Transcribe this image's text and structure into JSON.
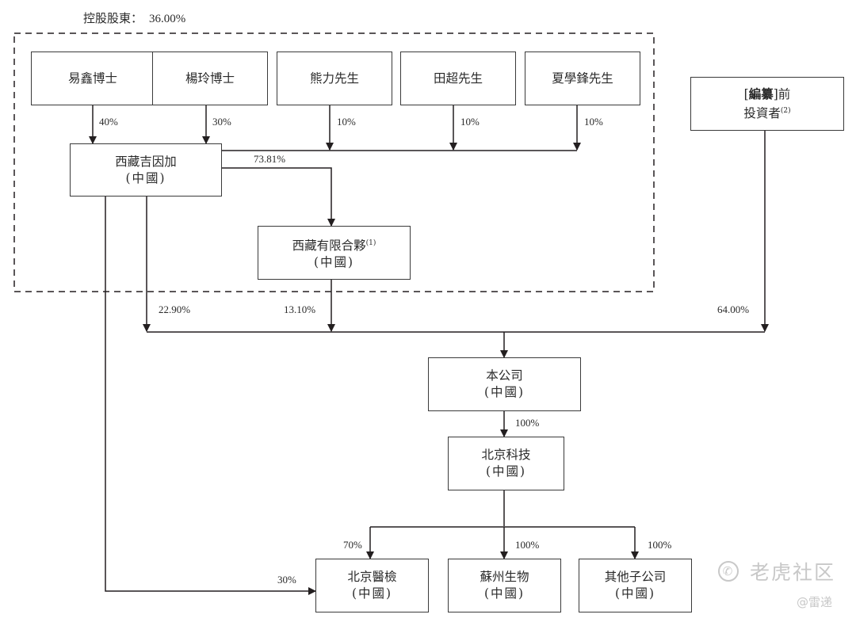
{
  "header": {
    "label": "控股股東：",
    "value": "36.00%"
  },
  "nodes": {
    "yi_xin": {
      "name": "易鑫博士"
    },
    "yang_ling": {
      "name": "楊玲博士"
    },
    "xiong_li": {
      "name": "熊力先生"
    },
    "tian_chao": {
      "name": "田超先生"
    },
    "xia_xuefeng": {
      "name": "夏學鋒先生"
    },
    "pre_investors": {
      "name_bracket_open": "[",
      "name_bold": "編纂",
      "name_bracket_close": "]前",
      "line2": "投資者",
      "note": "(2)"
    },
    "tibet_jiyinjia": {
      "name": "西藏吉因加",
      "region": "(中國)"
    },
    "tibet_lp": {
      "name": "西藏有限合夥",
      "note": "(1)",
      "region": "(中國)"
    },
    "company": {
      "name": "本公司",
      "region": "(中國)"
    },
    "beijing_tech": {
      "name": "北京科技",
      "region": "(中國)"
    },
    "beijing_lab": {
      "name": "北京醫檢",
      "region": "(中國)"
    },
    "suzhou_bio": {
      "name": "蘇州生物",
      "region": "(中國)"
    },
    "other_subs": {
      "name": "其他子公司",
      "region": "(中國)"
    }
  },
  "edges": {
    "yi_xin_to_jiyinjia": "40%",
    "yang_ling_to_jiyinjia": "30%",
    "xiong_li_to_lp": "10%",
    "tian_chao_to_lp": "10%",
    "xia_to_lp": "10%",
    "jiyinjia_to_lp": "73.81%",
    "jiyinjia_to_company": "22.90%",
    "lp_to_company": "13.10%",
    "investors_to_company": "64.00%",
    "company_to_beijing_tech": "100%",
    "tech_to_beijing_lab": "70%",
    "tech_to_suzhou_bio": "100%",
    "tech_to_other_subs": "100%",
    "jiyinjia_to_beijing_lab": "30%"
  },
  "watermark": {
    "brand": "老虎社区",
    "user": "@雷递"
  }
}
